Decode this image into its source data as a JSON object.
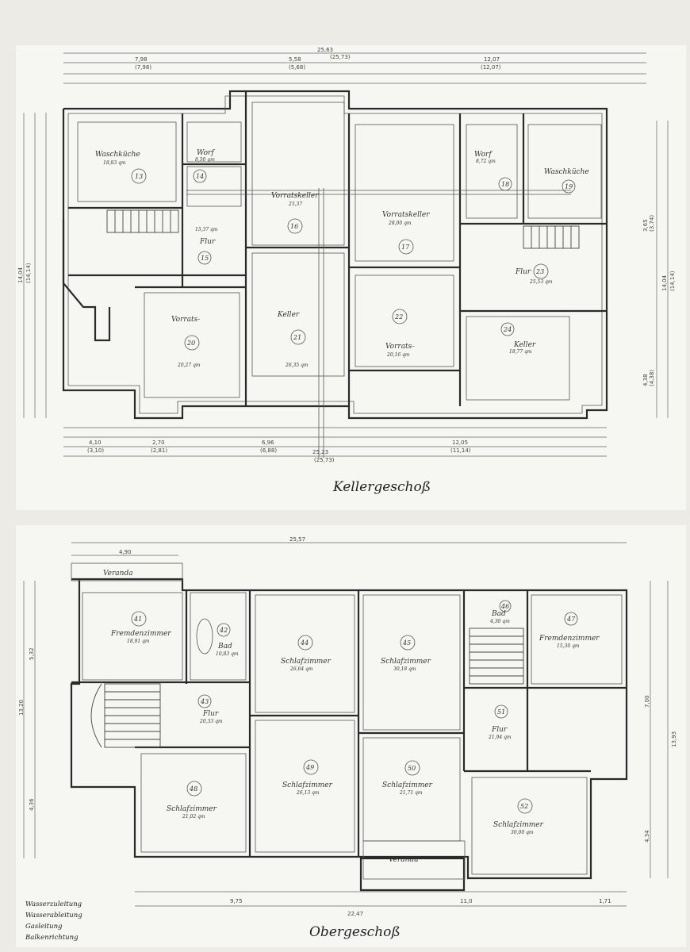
{
  "basement": {
    "title": "Kellergeschoß",
    "dims": {
      "total_width": "25,63",
      "total_width_alt": "(25,73)",
      "left_width": "7,98",
      "left_width_alt": "(7,98)",
      "mid_width": "5,58",
      "mid_width_alt": "(5,68)",
      "right_width": "12,07",
      "right_width_alt": "(12,07)",
      "bottom_total": "25,23",
      "bottom_total_alt": "(25,73)",
      "bottom_a": "4,10",
      "bottom_a_alt": "(3,10)",
      "bottom_b": "2,70",
      "bottom_b_alt": "(2,81)",
      "bottom_c": "6,96",
      "bottom_c_alt": "(6,88)",
      "bottom_d": "12,05",
      "bottom_d_alt": "(11,14)",
      "right_side": "14,04",
      "right_side_alt": "(14,14)",
      "right_a": "3,65",
      "right_a_alt": "(3,74)",
      "right_b": "4,38",
      "right_b_alt": "(4,38)",
      "left_side": "14,04",
      "left_side_alt": "(14,14)"
    },
    "rooms": [
      {
        "num": "13",
        "name": "Waschküche",
        "area": "18,83 qm"
      },
      {
        "num": "14",
        "name": "Worf",
        "area": "8,50 qm"
      },
      {
        "num": "15",
        "name": "Flur",
        "area": "15,37 qm"
      },
      {
        "num": "16",
        "name": "Vorratskeller",
        "area": "25,37"
      },
      {
        "num": "17",
        "name": "Vorratskeller",
        "area": "28,00 qm"
      },
      {
        "num": "18",
        "name": "Worf",
        "area": "8,72 qm"
      },
      {
        "num": "19",
        "name": "Waschküche",
        "area": ""
      },
      {
        "num": "20",
        "name": "Vorrats-",
        "area": "20,27 qm"
      },
      {
        "num": "21",
        "name": "Keller",
        "area": "26,35 qm"
      },
      {
        "num": "22",
        "name": "Vorrats-",
        "area": "20,16 qm"
      },
      {
        "num": "23",
        "name": "Flur",
        "area": "25,53 qm"
      },
      {
        "num": "24",
        "name": "Keller",
        "area": "18,77 qm"
      }
    ]
  },
  "upper": {
    "title": "Obergeschoß",
    "dims": {
      "total_width": "25,57",
      "left_width": "4,90",
      "left_height": "13,20",
      "left_a": "5,32",
      "left_b": "4,36",
      "right_height": "13,93",
      "right_a": "7,00",
      "right_b": "4,34",
      "bottom_total": "22,47",
      "bottom_a": "9,75",
      "bottom_b": "11,0",
      "bottom_c": "1,71"
    },
    "rooms": [
      {
        "num": "41",
        "name": "Fremdenzimmer",
        "area": "18,91 qm"
      },
      {
        "num": "42",
        "name": "Bad",
        "area": "10,83 qm"
      },
      {
        "num": "43",
        "name": "Flur",
        "area": "20,33 qm"
      },
      {
        "num": "44",
        "name": "Schlafzimmer",
        "area": "26,64 qm"
      },
      {
        "num": "45",
        "name": "Schlafzimmer",
        "area": "30,18 qm"
      },
      {
        "num": "46",
        "name": "Bad",
        "area": "4,30 qm"
      },
      {
        "num": "47",
        "name": "Fremdenzimmer",
        "area": "15,30 qm"
      },
      {
        "num": "48",
        "name": "Schlafzimmer",
        "area": "21,02 qm"
      },
      {
        "num": "49",
        "name": "Schlafzimmer",
        "area": "26,13 qm"
      },
      {
        "num": "50",
        "name": "Schlafzimmer",
        "area": "21,71 qm"
      },
      {
        "num": "51",
        "name": "Flur",
        "area": "21,94 qm"
      },
      {
        "num": "52",
        "name": "Schlafzimmer",
        "area": "30,00 qm"
      }
    ],
    "veranda_labels": [
      "Veranda",
      "Veranda"
    ]
  },
  "legend": [
    "Wasserzuleitung",
    "Wasserableitung",
    "Gasleitung",
    "Balkenrichtung"
  ],
  "colors": {
    "paper": "#f6f6f2",
    "ink": "#2a2a2a",
    "margin": "#ecebe6",
    "background": "#1d1d1d"
  }
}
